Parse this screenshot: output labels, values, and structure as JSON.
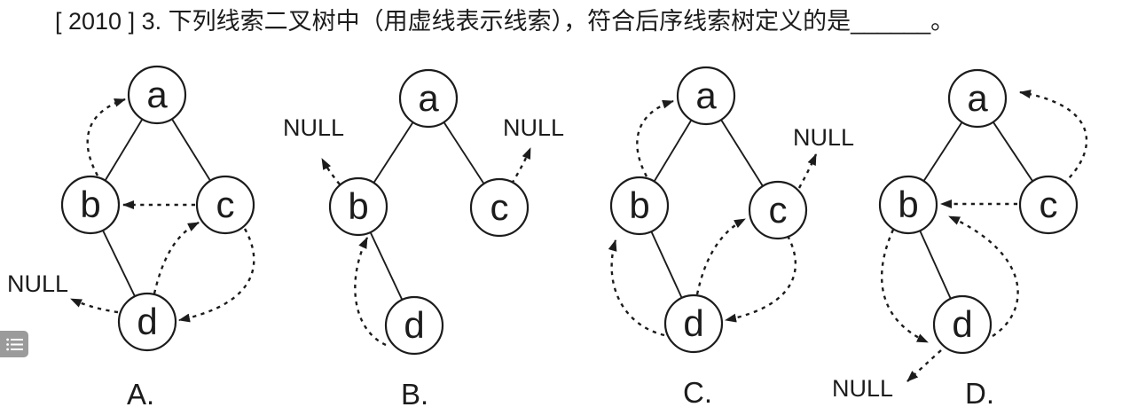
{
  "page": {
    "title": "[ 2010 ] 3. 下列线索二叉树中（用虚线表示线索），符合后序线索树定义的是______。",
    "background": "#ffffff",
    "ink_color": "#1c1c1c"
  },
  "toolbar": {
    "toc_button_icon": "list-icon",
    "toc_button_color": "#9b9b9b"
  },
  "diagrams": [
    {
      "option_label": "A.",
      "nodes": [
        {
          "id": "a",
          "label": "a"
        },
        {
          "id": "b",
          "label": "b"
        },
        {
          "id": "c",
          "label": "c"
        },
        {
          "id": "d",
          "label": "d"
        }
      ],
      "solid_edges": [
        "a-b",
        "a-c",
        "b-d"
      ],
      "threads": [
        "b→a",
        "c→b",
        "d→c",
        "c→d",
        "d→NULL"
      ],
      "null_labels": [
        "NULL"
      ]
    },
    {
      "option_label": "B.",
      "nodes": [
        {
          "id": "a",
          "label": "a"
        },
        {
          "id": "b",
          "label": "b"
        },
        {
          "id": "c",
          "label": "c"
        },
        {
          "id": "d",
          "label": "d"
        }
      ],
      "solid_edges": [
        "a-b",
        "a-c",
        "b-d"
      ],
      "threads": [
        "b→NULL",
        "c→NULL",
        "d→b"
      ],
      "null_labels": [
        "NULL",
        "NULL"
      ]
    },
    {
      "option_label": "C.",
      "nodes": [
        {
          "id": "a",
          "label": "a"
        },
        {
          "id": "b",
          "label": "b"
        },
        {
          "id": "c",
          "label": "c"
        },
        {
          "id": "d",
          "label": "d"
        }
      ],
      "solid_edges": [
        "a-b",
        "a-c",
        "b-d"
      ],
      "threads": [
        "b→a",
        "c→NULL",
        "d→c",
        "c→d",
        "d→b"
      ],
      "null_labels": [
        "NULL"
      ]
    },
    {
      "option_label": "D.",
      "nodes": [
        {
          "id": "a",
          "label": "a"
        },
        {
          "id": "b",
          "label": "b"
        },
        {
          "id": "c",
          "label": "c"
        },
        {
          "id": "d",
          "label": "d"
        }
      ],
      "solid_edges": [
        "a-b",
        "a-c",
        "b-d"
      ],
      "threads": [
        "c→a",
        "c→b",
        "d→b",
        "b→d",
        "d→NULL"
      ],
      "null_labels": [
        "NULL"
      ]
    }
  ]
}
